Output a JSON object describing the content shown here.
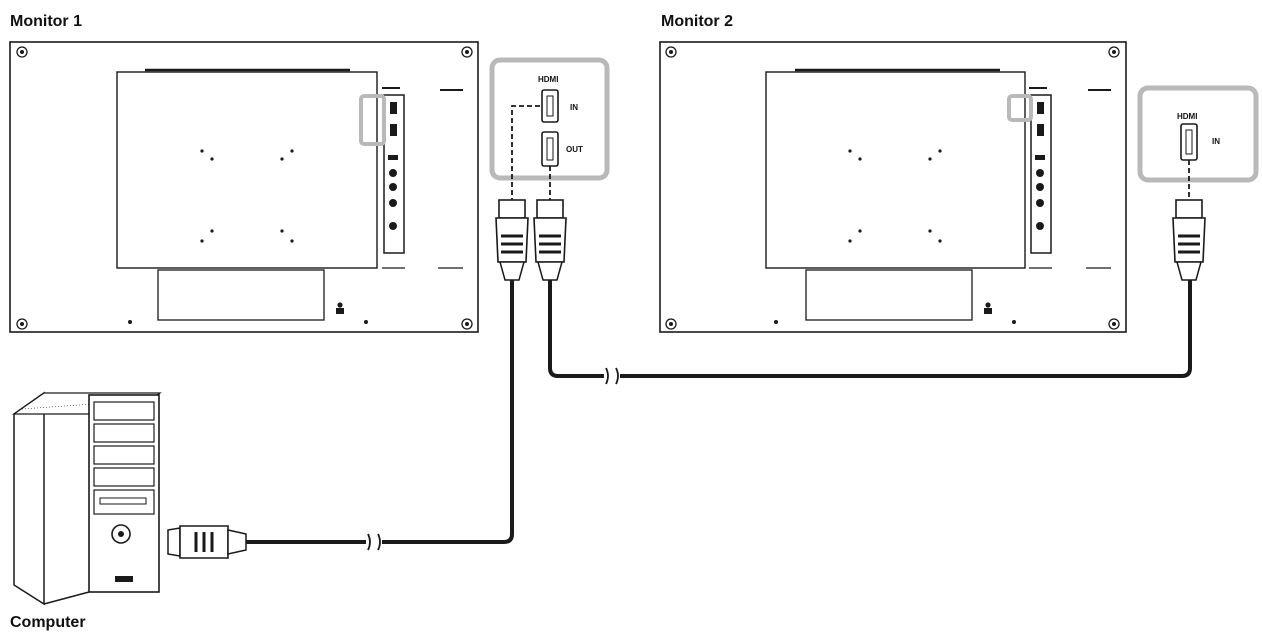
{
  "labels": {
    "monitor1": "Monitor 1",
    "monitor2": "Monitor 2",
    "computer": "Computer"
  },
  "ports": {
    "hdmi": "HDMI",
    "in": "IN",
    "out": "OUT"
  },
  "colors": {
    "outline": "#1a1a1a",
    "highlight": "#b9b9b9",
    "cable": "#1a1a1a"
  }
}
